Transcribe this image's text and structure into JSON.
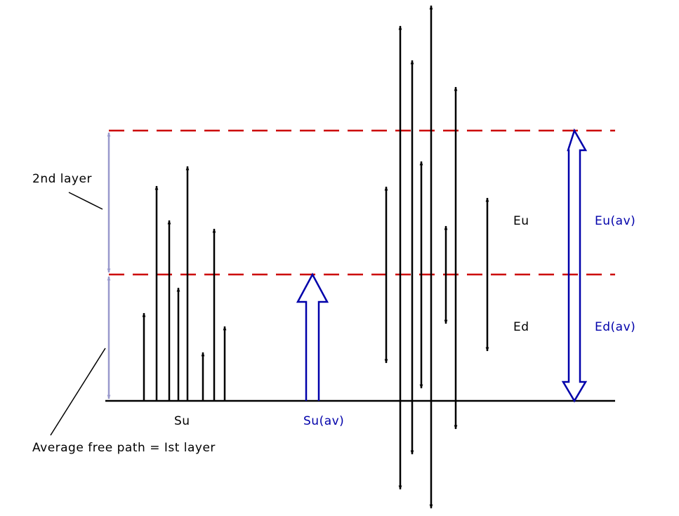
{
  "labels": {
    "second_layer": "2nd layer",
    "average_free_path": "Average free path = Ist layer",
    "su": "Su",
    "su_av": "Su(av)",
    "eu": "Eu",
    "ed": "Ed",
    "eu_av": "Eu(av)",
    "ed_av": "Ed(av)"
  },
  "colors": {
    "ink": "#000000",
    "dashed": "#cc0000",
    "accent": "#0000aa",
    "span": "#9999cc"
  }
}
